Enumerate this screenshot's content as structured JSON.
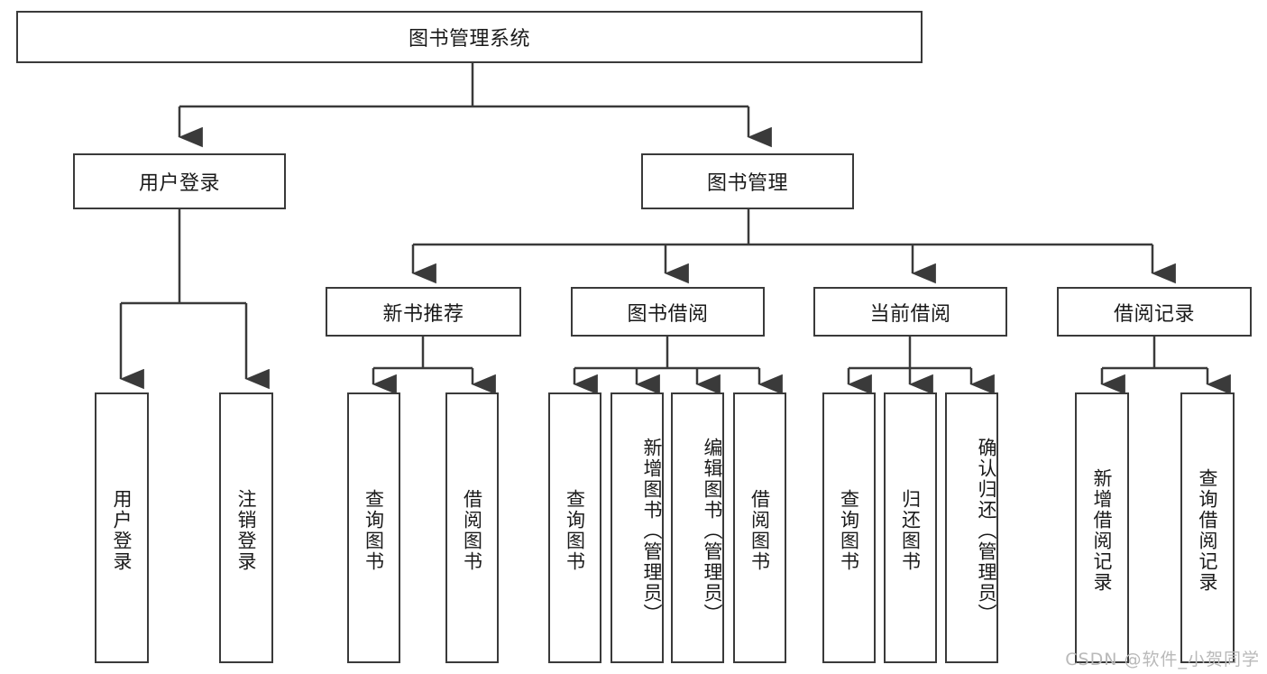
{
  "diagram": {
    "title": "图书管理系统",
    "type": "tree",
    "watermark": "CSDN @软件_小贺同学",
    "colors": {
      "stroke": "#3a3a3a",
      "fill": "#ffffff",
      "text": "#1a1a1a",
      "watermark": "#b9b9b9"
    }
  },
  "nodes": {
    "root": {
      "label": "图书管理系统",
      "level": 0,
      "orientation": "horizontal"
    },
    "level1": [
      {
        "id": "user-login",
        "label": "用户登录",
        "orientation": "horizontal"
      },
      {
        "id": "book-management",
        "label": "图书管理",
        "orientation": "horizontal"
      }
    ],
    "level2": [
      {
        "id": "new-book-recommend",
        "label": "新书推荐",
        "orientation": "horizontal",
        "parent": "book-management"
      },
      {
        "id": "book-borrow",
        "label": "图书借阅",
        "orientation": "horizontal",
        "parent": "book-management"
      },
      {
        "id": "current-borrow",
        "label": "当前借阅",
        "orientation": "horizontal",
        "parent": "book-management"
      },
      {
        "id": "borrow-record",
        "label": "借阅记录",
        "orientation": "horizontal",
        "parent": "book-management"
      }
    ],
    "leaves": [
      {
        "id": "leaf-user-login",
        "label": "用户登录",
        "parent": "user-login",
        "orientation": "vertical"
      },
      {
        "id": "leaf-user-logout",
        "label": "注销登录",
        "parent": "user-login",
        "orientation": "vertical"
      },
      {
        "id": "leaf-query-book-1",
        "label": "查询图书",
        "parent": "new-book-recommend",
        "orientation": "vertical"
      },
      {
        "id": "leaf-borrow-book-1",
        "label": "借阅图书",
        "parent": "new-book-recommend",
        "orientation": "vertical"
      },
      {
        "id": "leaf-query-book-2",
        "label": "查询图书",
        "parent": "book-borrow",
        "orientation": "vertical"
      },
      {
        "id": "leaf-add-book",
        "label": "新增图书（管理员）",
        "parent": "book-borrow",
        "orientation": "vertical"
      },
      {
        "id": "leaf-edit-book",
        "label": "编辑图书（管理员）",
        "parent": "book-borrow",
        "orientation": "vertical"
      },
      {
        "id": "leaf-borrow-book-2",
        "label": "借阅图书",
        "parent": "book-borrow",
        "orientation": "vertical"
      },
      {
        "id": "leaf-query-book-3",
        "label": "查询图书",
        "parent": "current-borrow",
        "orientation": "vertical"
      },
      {
        "id": "leaf-return-book",
        "label": "归还图书",
        "parent": "current-borrow",
        "orientation": "vertical"
      },
      {
        "id": "leaf-confirm-return",
        "label": "确认归还（管理员）",
        "parent": "current-borrow",
        "orientation": "vertical"
      },
      {
        "id": "leaf-add-record",
        "label": "新增借阅记录",
        "parent": "borrow-record",
        "orientation": "vertical"
      },
      {
        "id": "leaf-query-record",
        "label": "查询借阅记录",
        "parent": "borrow-record",
        "orientation": "vertical"
      }
    ]
  }
}
